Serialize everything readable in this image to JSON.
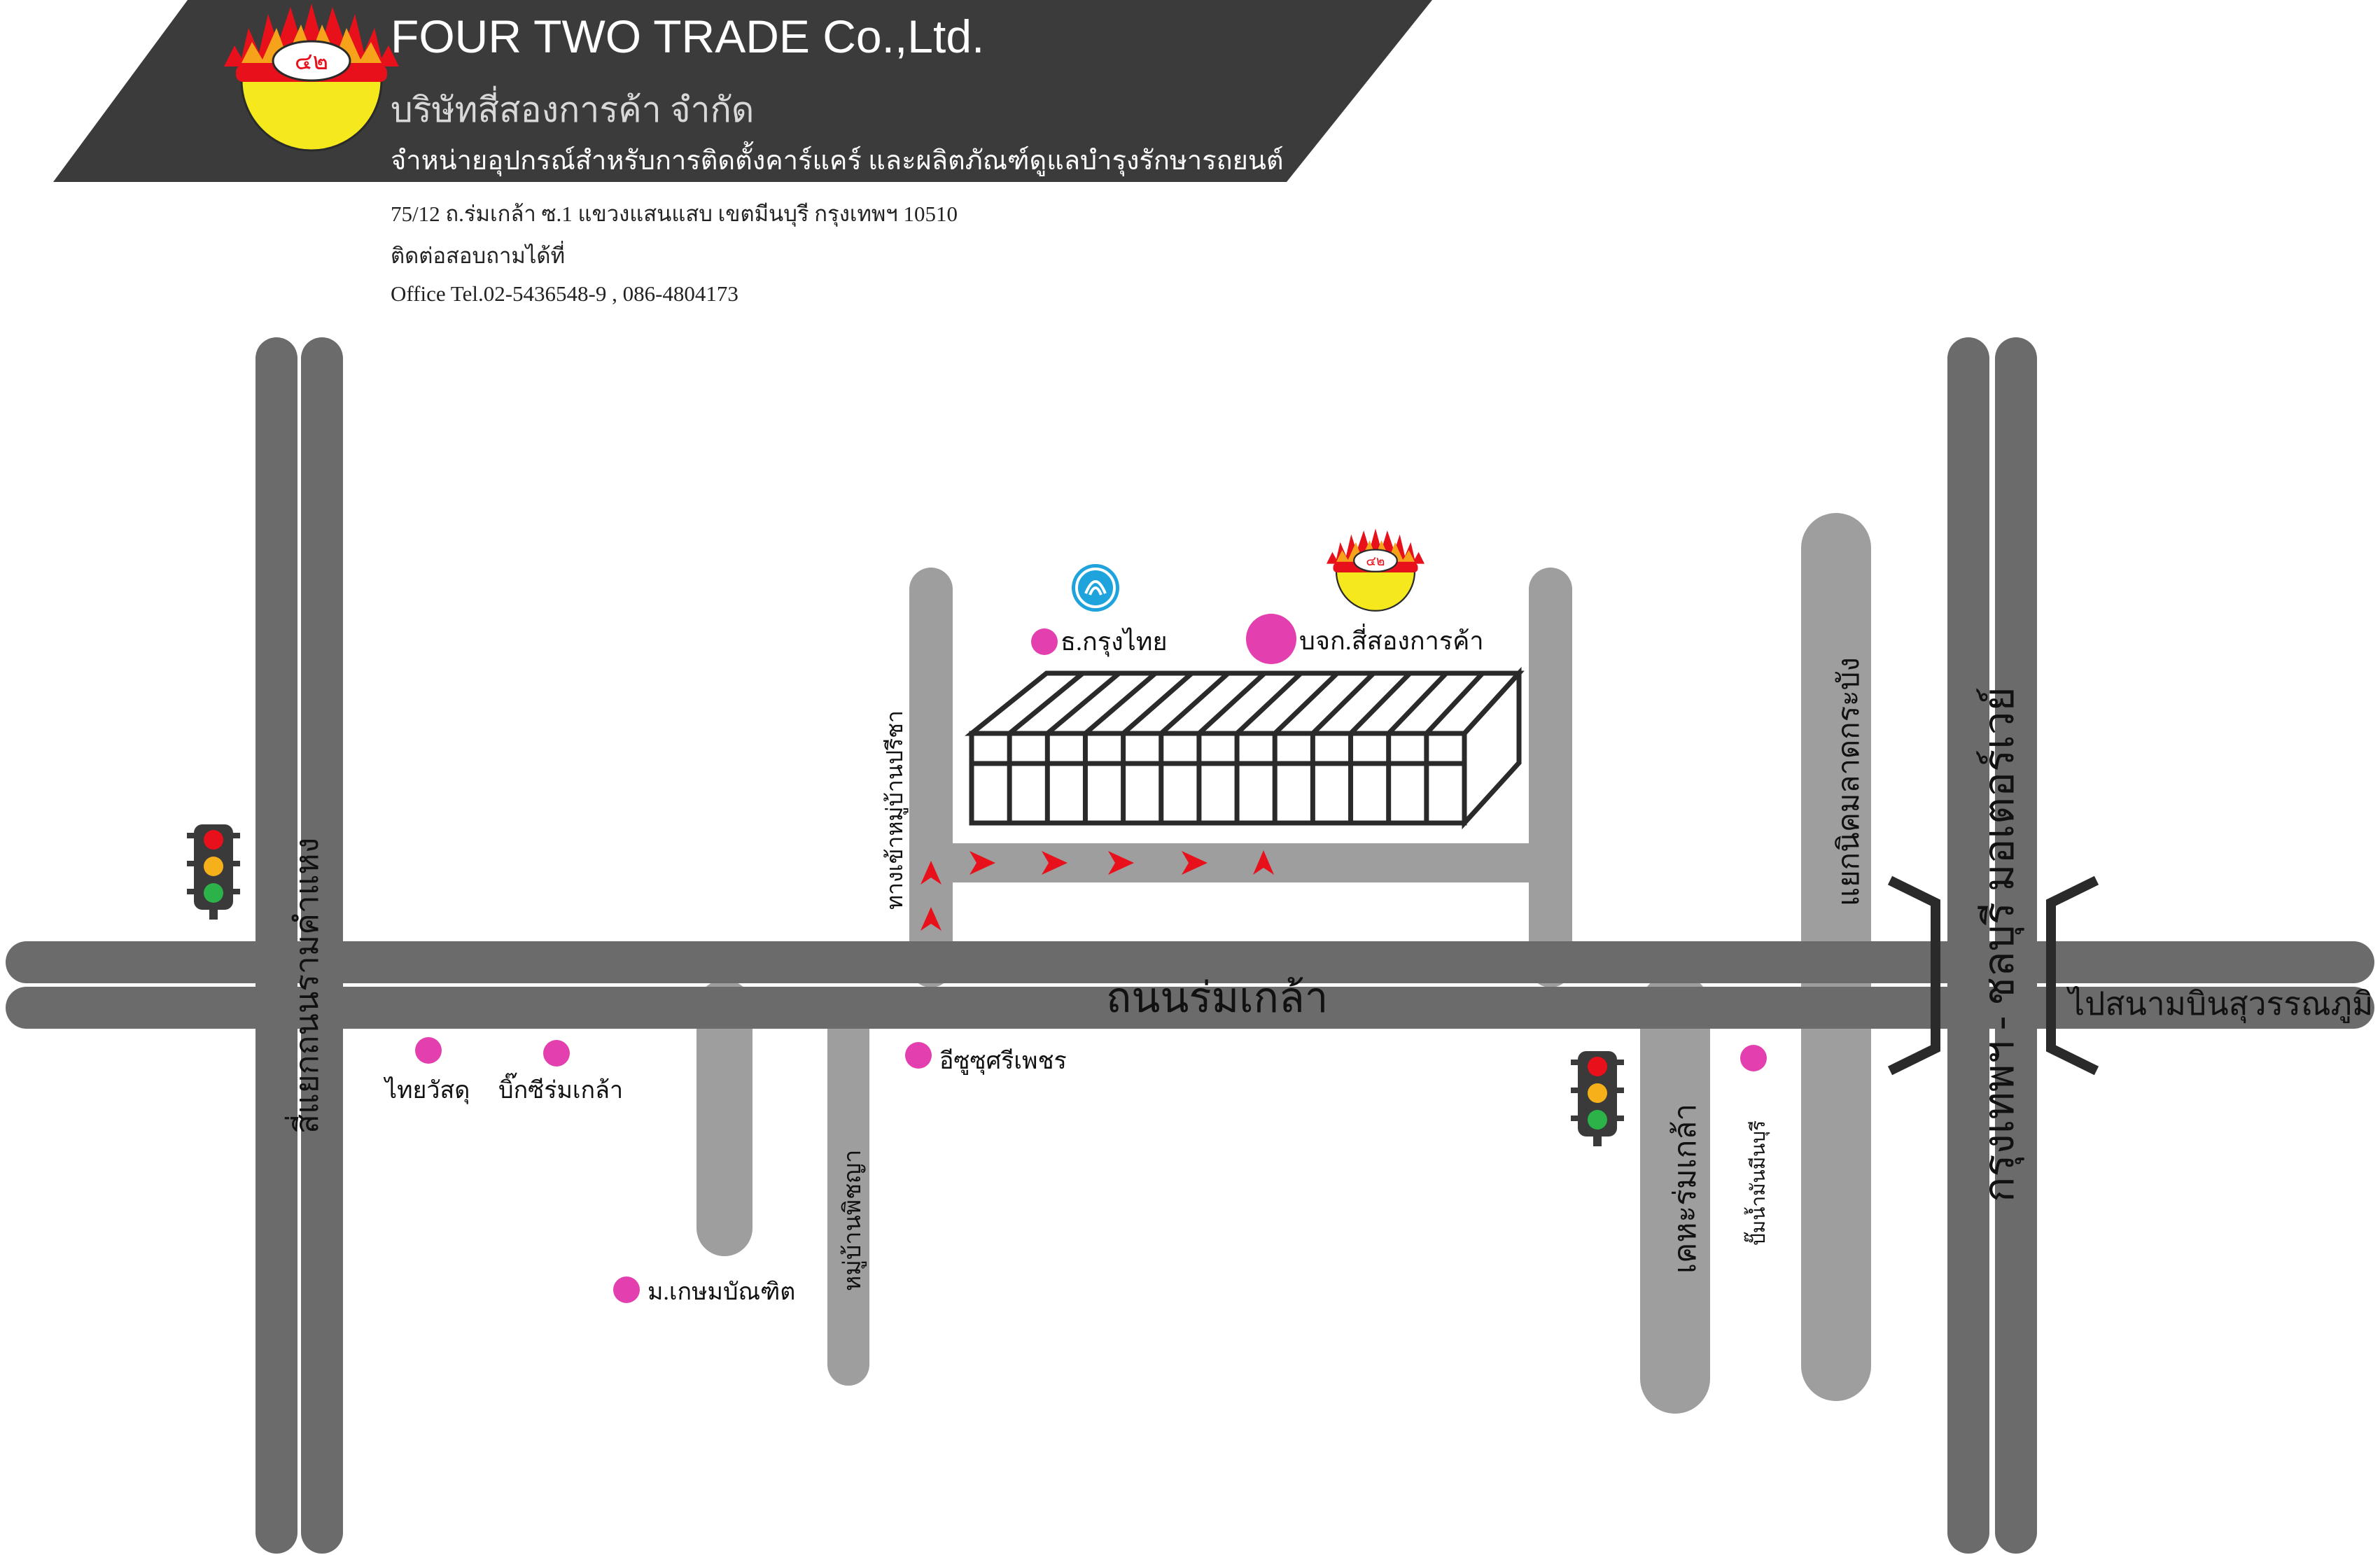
{
  "header": {
    "company_en": "FOUR TWO TRADE Co.,Ltd.",
    "company_th": "บริษัทสี่สองการค้า จำกัด",
    "description": "จำหน่ายอุปกรณ์สำหรับการติดตั้งคาร์แคร์ และผลิตภัณฑ์ดูแลบำรุงรักษารถยนต์",
    "logo_text": "๔๒"
  },
  "contact": {
    "address": "75/12 ถ.ร่มเกล้า ซ.1 แขวงแสนแสบ เขตมีนบุรี กรุงเทพฯ 10510",
    "inquiry": "ติดต่อสอบถามได้ที่",
    "phone": "Office Tel.02-5436548-9 , 086-4804173"
  },
  "map": {
    "roads": {
      "main": "ถนนร่มเกล้า",
      "left_vertical": "สี่แยกถนนรามคำแหง",
      "village_entrance": "ทางเข้าหมู่บ้านปรีชา",
      "lat_krabang": "แยกนิคมลาดกระบัง",
      "motorway": "กรุงเทพฯ - ชลบุรี มอเตอร์เวย์",
      "airport": "ไปสนามบินสุวรรณภูมิ",
      "khet": "เคหะร่มเกล้า",
      "preecha_village": "หมู่บ้านพิชญา"
    },
    "places": [
      {
        "name": "ธ.กรุงไทย",
        "color": "#e33fae"
      },
      {
        "name": "บจก.สี่สองการค้า",
        "color": "#e33fae"
      },
      {
        "name": "ไทยวัสดุ",
        "color": "#e33fae"
      },
      {
        "name": "บิ๊กซีร่มเกล้า",
        "color": "#e33fae"
      },
      {
        "name": "อีซูซุศรีเพชร",
        "color": "#e33fae"
      },
      {
        "name": "ม.เกษมบัณฑิต",
        "color": "#e33fae"
      },
      {
        "name": "ปั๊มน้ำมันมีนบุรี",
        "color": "#e33fae"
      }
    ],
    "colors": {
      "road_dark": "#6b6b6b",
      "road_light": "#9e9e9e",
      "header_bg": "#3b3b3b",
      "arrow": "#e8101a",
      "pin": "#e33fae"
    }
  }
}
